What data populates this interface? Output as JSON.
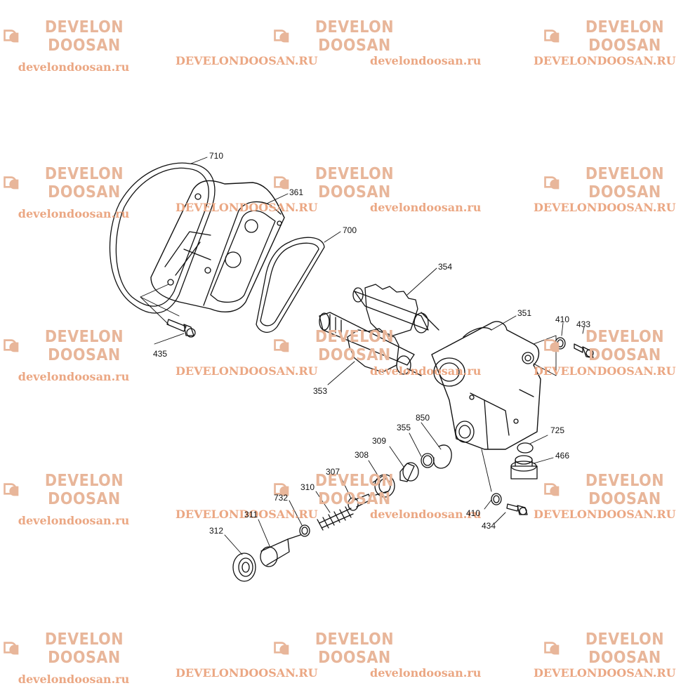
{
  "watermark": {
    "brand": "DEVELON DOOSAN",
    "site_lower": "develondoosan.ru",
    "site_upper": "DEVELONDOOSAN.RU",
    "brand_color": "#e8b69a",
    "site_color": "#eba783"
  },
  "callouts": {
    "c710": "710",
    "c361": "361",
    "c700": "700",
    "c354": "354",
    "c351": "351",
    "c410a": "410",
    "c433": "433",
    "c435": "435",
    "c353": "353",
    "c850": "850",
    "c355": "355",
    "c309": "309",
    "c308": "308",
    "c725": "725",
    "c466": "466",
    "c307": "307",
    "c310": "310",
    "c732": "732",
    "c311": "311",
    "c312": "312",
    "c410b": "410",
    "c434": "434"
  }
}
